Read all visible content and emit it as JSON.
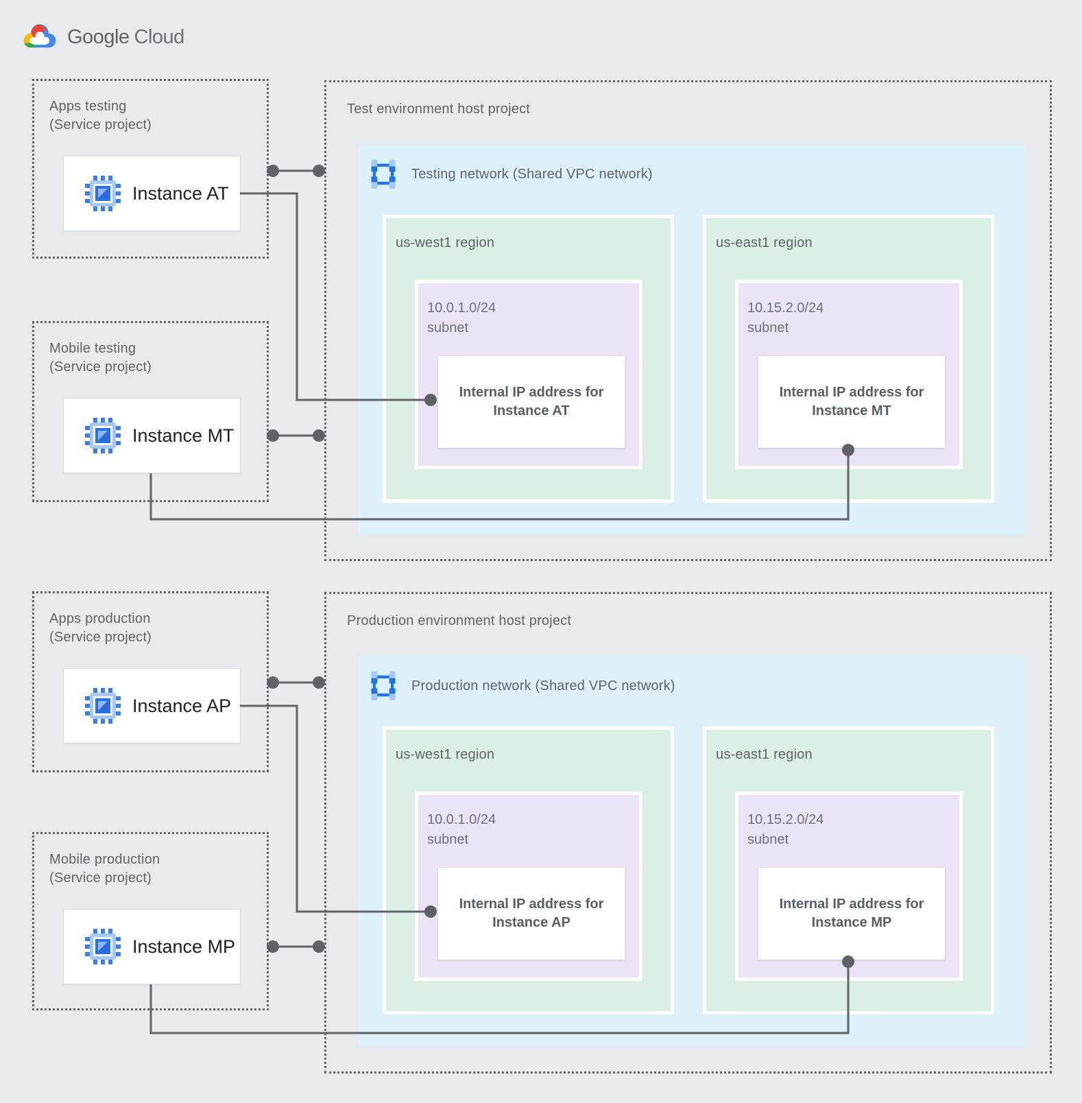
{
  "logo": {
    "primary": "Google",
    "secondary": "Cloud"
  },
  "colors": {
    "background": "#E8EAED",
    "network_blue": "#DEF1FB",
    "region_green": "#DCEFE4",
    "subnet_purple": "#EBE4F6",
    "wire_gray": "#5F6368",
    "label_gray": "#5F6368",
    "instance_text": "#202124",
    "icon_blue": "#1A73E8",
    "icon_light_blue": "#A6C8FA",
    "google_red": "#EA4335",
    "google_yellow": "#FBBC04",
    "google_green": "#34A853",
    "google_blue": "#4285F4"
  },
  "service_projects": [
    {
      "title": "Apps testing",
      "subtitle": "(Service project)",
      "instance_label": "Instance AT"
    },
    {
      "title": "Mobile testing",
      "subtitle": "(Service project)",
      "instance_label": "Instance MT"
    },
    {
      "title": "Apps production",
      "subtitle": "(Service project)",
      "instance_label": "Instance AP"
    },
    {
      "title": "Mobile production",
      "subtitle": "(Service project)",
      "instance_label": "Instance MP"
    }
  ],
  "host_projects": [
    {
      "title": "Test environment host project",
      "network_label": "Testing network (Shared VPC network)",
      "regions": [
        {
          "name": "us-west1 region",
          "cidr": "10.0.1.0/24",
          "subnet_word": "subnet",
          "ip_line1": "Internal IP address for",
          "ip_line2": "Instance AT"
        },
        {
          "name": "us-east1 region",
          "cidr": "10.15.2.0/24",
          "subnet_word": "subnet",
          "ip_line1": "Internal IP address for",
          "ip_line2": "Instance MT"
        }
      ]
    },
    {
      "title": "Production environment host project",
      "network_label": "Production network (Shared VPC network)",
      "regions": [
        {
          "name": "us-west1 region",
          "cidr": "10.0.1.0/24",
          "subnet_word": "subnet",
          "ip_line1": "Internal IP address for",
          "ip_line2": "Instance AP"
        },
        {
          "name": "us-east1 region",
          "cidr": "10.15.2.0/24",
          "subnet_word": "subnet",
          "ip_line1": "Internal IP address for",
          "ip_line2": "Instance MP"
        }
      ]
    }
  ]
}
